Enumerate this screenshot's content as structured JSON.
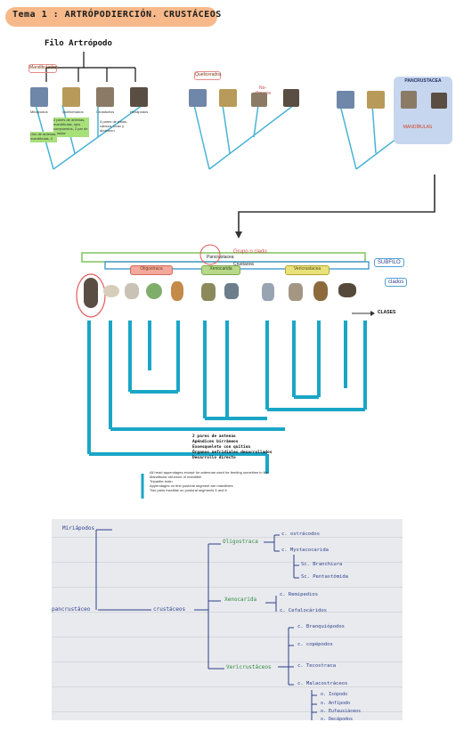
{
  "header": {
    "title": "Tema 1 : ARTRÓPODIERCIÓN. CRUSTÁCEOS"
  },
  "filo_label": "Filo Artrópodo",
  "panel1": {
    "tag": "Mandibulados",
    "groups": [
      "Miriápodos",
      "Quelicerados",
      "Crustáceos",
      "Hexápodos"
    ],
    "labels": [
      "2 pares de antenas, mandíbulas, ojos compuestos, 2 par de maxilas",
      "Uno de antenas, mandíbulas, 2 pares de maxilas",
      "3 pares de patas, cabeza, tórax y abdomen"
    ]
  },
  "panel2": {
    "tag": "Quelicerados",
    "sub": "No-dímeros"
  },
  "panel3": {
    "tag": "PANCRUSTACEA",
    "sub": "MANDÍBULAS"
  },
  "tree": {
    "grupo_label": "Grupo o clado",
    "pancrustacea": "Pancrustacea",
    "crustacea": "Crustacea",
    "subfilo": "SUBFILO",
    "clados": "clados",
    "clases": "CLASES",
    "clades": [
      "Oligostraca",
      "Xenocarida",
      "Vericrustacea"
    ],
    "base_traits": [
      "2 pares de antenas",
      "Apéndices birrámeos",
      "Exoesqueleto con quitina",
      "Órganos nefridiales desarrollados",
      "Desarrollo directo"
    ],
    "bottom_notes": [
      "All head appendages except for antennae used for feeding sometime in life",
      "Mandibular structure of mandible",
      "Tripartite brain",
      "Appendages on first postoral segment are mandibles",
      "Two pairs maxillae on postoral segments 5 and 6"
    ]
  },
  "notes": {
    "root": "pancrustáceo",
    "miria": "Miriápodos",
    "crust": "crustáceos",
    "oligo": "Oligostraca",
    "xeno": "Xenocarida",
    "veri": "Vericrustáceos",
    "oligo_items": [
      "c. ostrácodos",
      "c. Mystacocarida"
    ],
    "mysta_sub": [
      "Sc. Branchiura",
      "Sc. Pentastómida"
    ],
    "xeno_items": [
      "c. Remipedios",
      "c. Cefalocáridos"
    ],
    "veri_items": [
      "c. Branquiópodos",
      "c. copépodos",
      "c. Tecostraca",
      "c. Malacostráceos"
    ],
    "mala_items": [
      "o. Isópodo",
      "o. Anfípodo",
      "o. Eufausiáceos",
      "o. Decápodos"
    ]
  }
}
